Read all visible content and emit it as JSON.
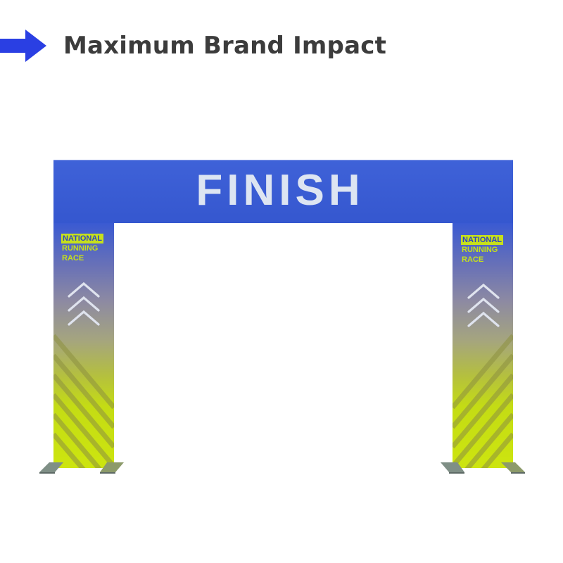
{
  "header": {
    "title": "Maximum Brand Impact",
    "arrow_color": "#2a3fe3",
    "title_color": "#3c3c3c"
  },
  "product": {
    "banner_text": "FINISH",
    "banner_color": "#3b5dd5",
    "pillars": [
      {
        "side": "left",
        "tagline": [
          "NATIONAL",
          "RUNNING",
          "RACE"
        ],
        "chevron_count": 3
      },
      {
        "side": "right",
        "tagline": [
          "NATIONAL",
          "RUNNING",
          "RACE"
        ],
        "chevron_count": 3
      }
    ],
    "accent_color": "#c6e01b"
  }
}
